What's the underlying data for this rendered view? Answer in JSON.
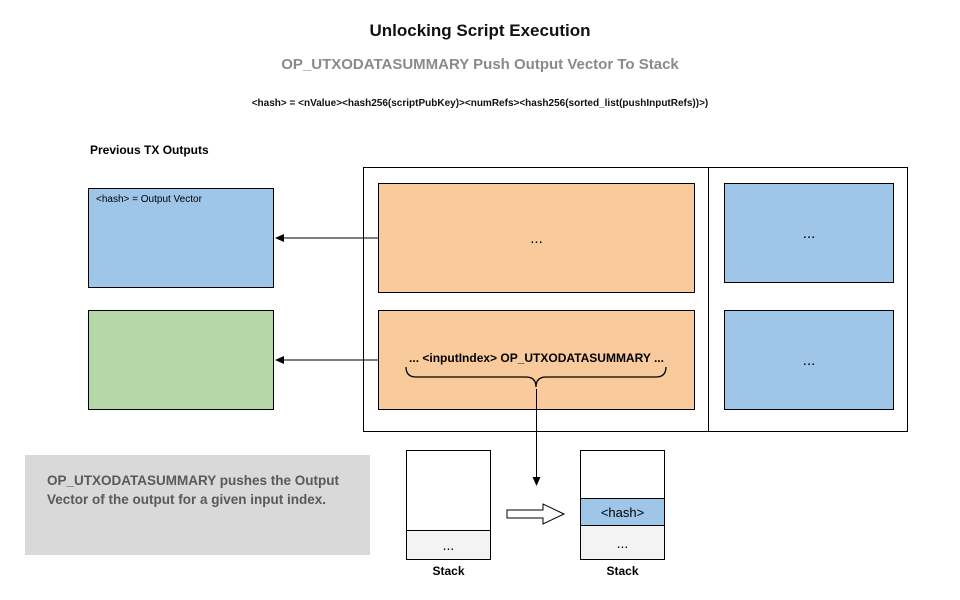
{
  "title": "Unlocking Script Execution",
  "subtitle": "OP_UTXODATASUMMARY Push Output Vector To Stack",
  "formula": "<hash> = <nValue><hash256(scriptPubKey)><numRefs><hash256(sorted_list(pushInputRefs))>)",
  "left": {
    "section_label": "Previous TX Outputs",
    "output_vector_label": "<hash> = Output Vector"
  },
  "tx": {
    "top_ellipsis": "...",
    "script_text": "... <inputIndex> OP_UTXODATASUMMARY ..."
  },
  "right": {
    "top_ellipsis": "...",
    "bottom_ellipsis": "..."
  },
  "note": "OP_UTXODATASUMMARY pushes the Output Vector of the output for a given input index.",
  "stack_before": {
    "dots": "...",
    "label": "Stack"
  },
  "stack_after": {
    "hash": "<hash>",
    "dots": "...",
    "label": "Stack"
  },
  "colors": {
    "blue": "#9fc5e8",
    "green": "#b6d7a8",
    "orange": "#f9cb9c",
    "note_gray": "#d9d9d9",
    "cell_gray": "#f3f3f3"
  }
}
